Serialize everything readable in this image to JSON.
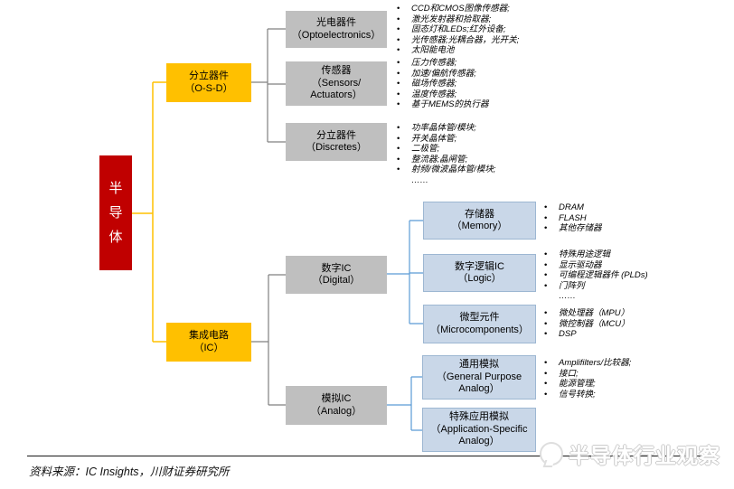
{
  "colors": {
    "root-fill": "#c00000",
    "root-text": "#ffffff",
    "level1-fill": "#ffc000",
    "gray-fill": "#bfbfbf",
    "blue-fill": "#c9d7e8",
    "blue-border": "#9db7d2",
    "line-yellow": "#ffc000",
    "line-gray": "#808080",
    "line-blue": "#5b9bd5"
  },
  "nodes": {
    "root": {
      "label": "半\n导\n体"
    },
    "osd": {
      "label": "分立器件\n（O-S-D）"
    },
    "ic": {
      "label": "集成电路\n（IC）"
    },
    "optoelectronics": {
      "label": "光电器件\n（Optoelectronics）"
    },
    "sensors": {
      "label": "传感器\n（Sensors/\nActuators）"
    },
    "discretes": {
      "label": "分立器件\n（Discretes）"
    },
    "digital": {
      "label": "数字IC\n（Digital）"
    },
    "analog": {
      "label": "模拟IC\n（Analog）"
    },
    "memory": {
      "label": "存储器\n（Memory）"
    },
    "logic": {
      "label": "数字逻辑IC\n（Logic）"
    },
    "microcomponents": {
      "label": "微型元件\n（Microcomponents）"
    },
    "general_purpose_analog": {
      "label": "通用模拟\n（General Purpose\nAnalog）"
    },
    "application_specific_analog": {
      "label": "特殊应用模拟\n（Application-Specific\nAnalog）"
    }
  },
  "bullets": {
    "optoelectronics": [
      "CCD和CMOS图像传感器;",
      "激光发射器和拾取器;",
      "固态灯和LEDs;红外设备;",
      "光传感器;光耦合器，光开关;",
      "太阳能电池"
    ],
    "sensors": [
      "压力传感器;",
      "加速/偏航传感器;",
      "磁场传感器;",
      "温度传感器;",
      "基于MEMS的执行器"
    ],
    "discretes": [
      "功率晶体管/模块;",
      "开关晶体管;",
      "二极管;",
      "整流器;晶闸管;",
      "射频/微波晶体管/模块;",
      "……"
    ],
    "memory": [
      "DRAM",
      "FLASH",
      "其他存储器"
    ],
    "logic": [
      "特殊用途逻辑",
      "显示驱动器",
      "可编程逻辑器件 (PLDs)",
      "门阵列",
      "……"
    ],
    "microcomponents": [
      "微处理器（MPU）",
      "微控制器（MCU）",
      "DSP"
    ],
    "general_purpose_analog": [
      "Amplifilters/比较器;",
      "接口;",
      "能源管理;",
      "信号转换;"
    ]
  },
  "footer": {
    "source": "资料来源：IC Insights，川财证券研究所"
  },
  "watermark": {
    "text": "半导体行业观察",
    "logo": "chat-bubble-logo-icon"
  }
}
